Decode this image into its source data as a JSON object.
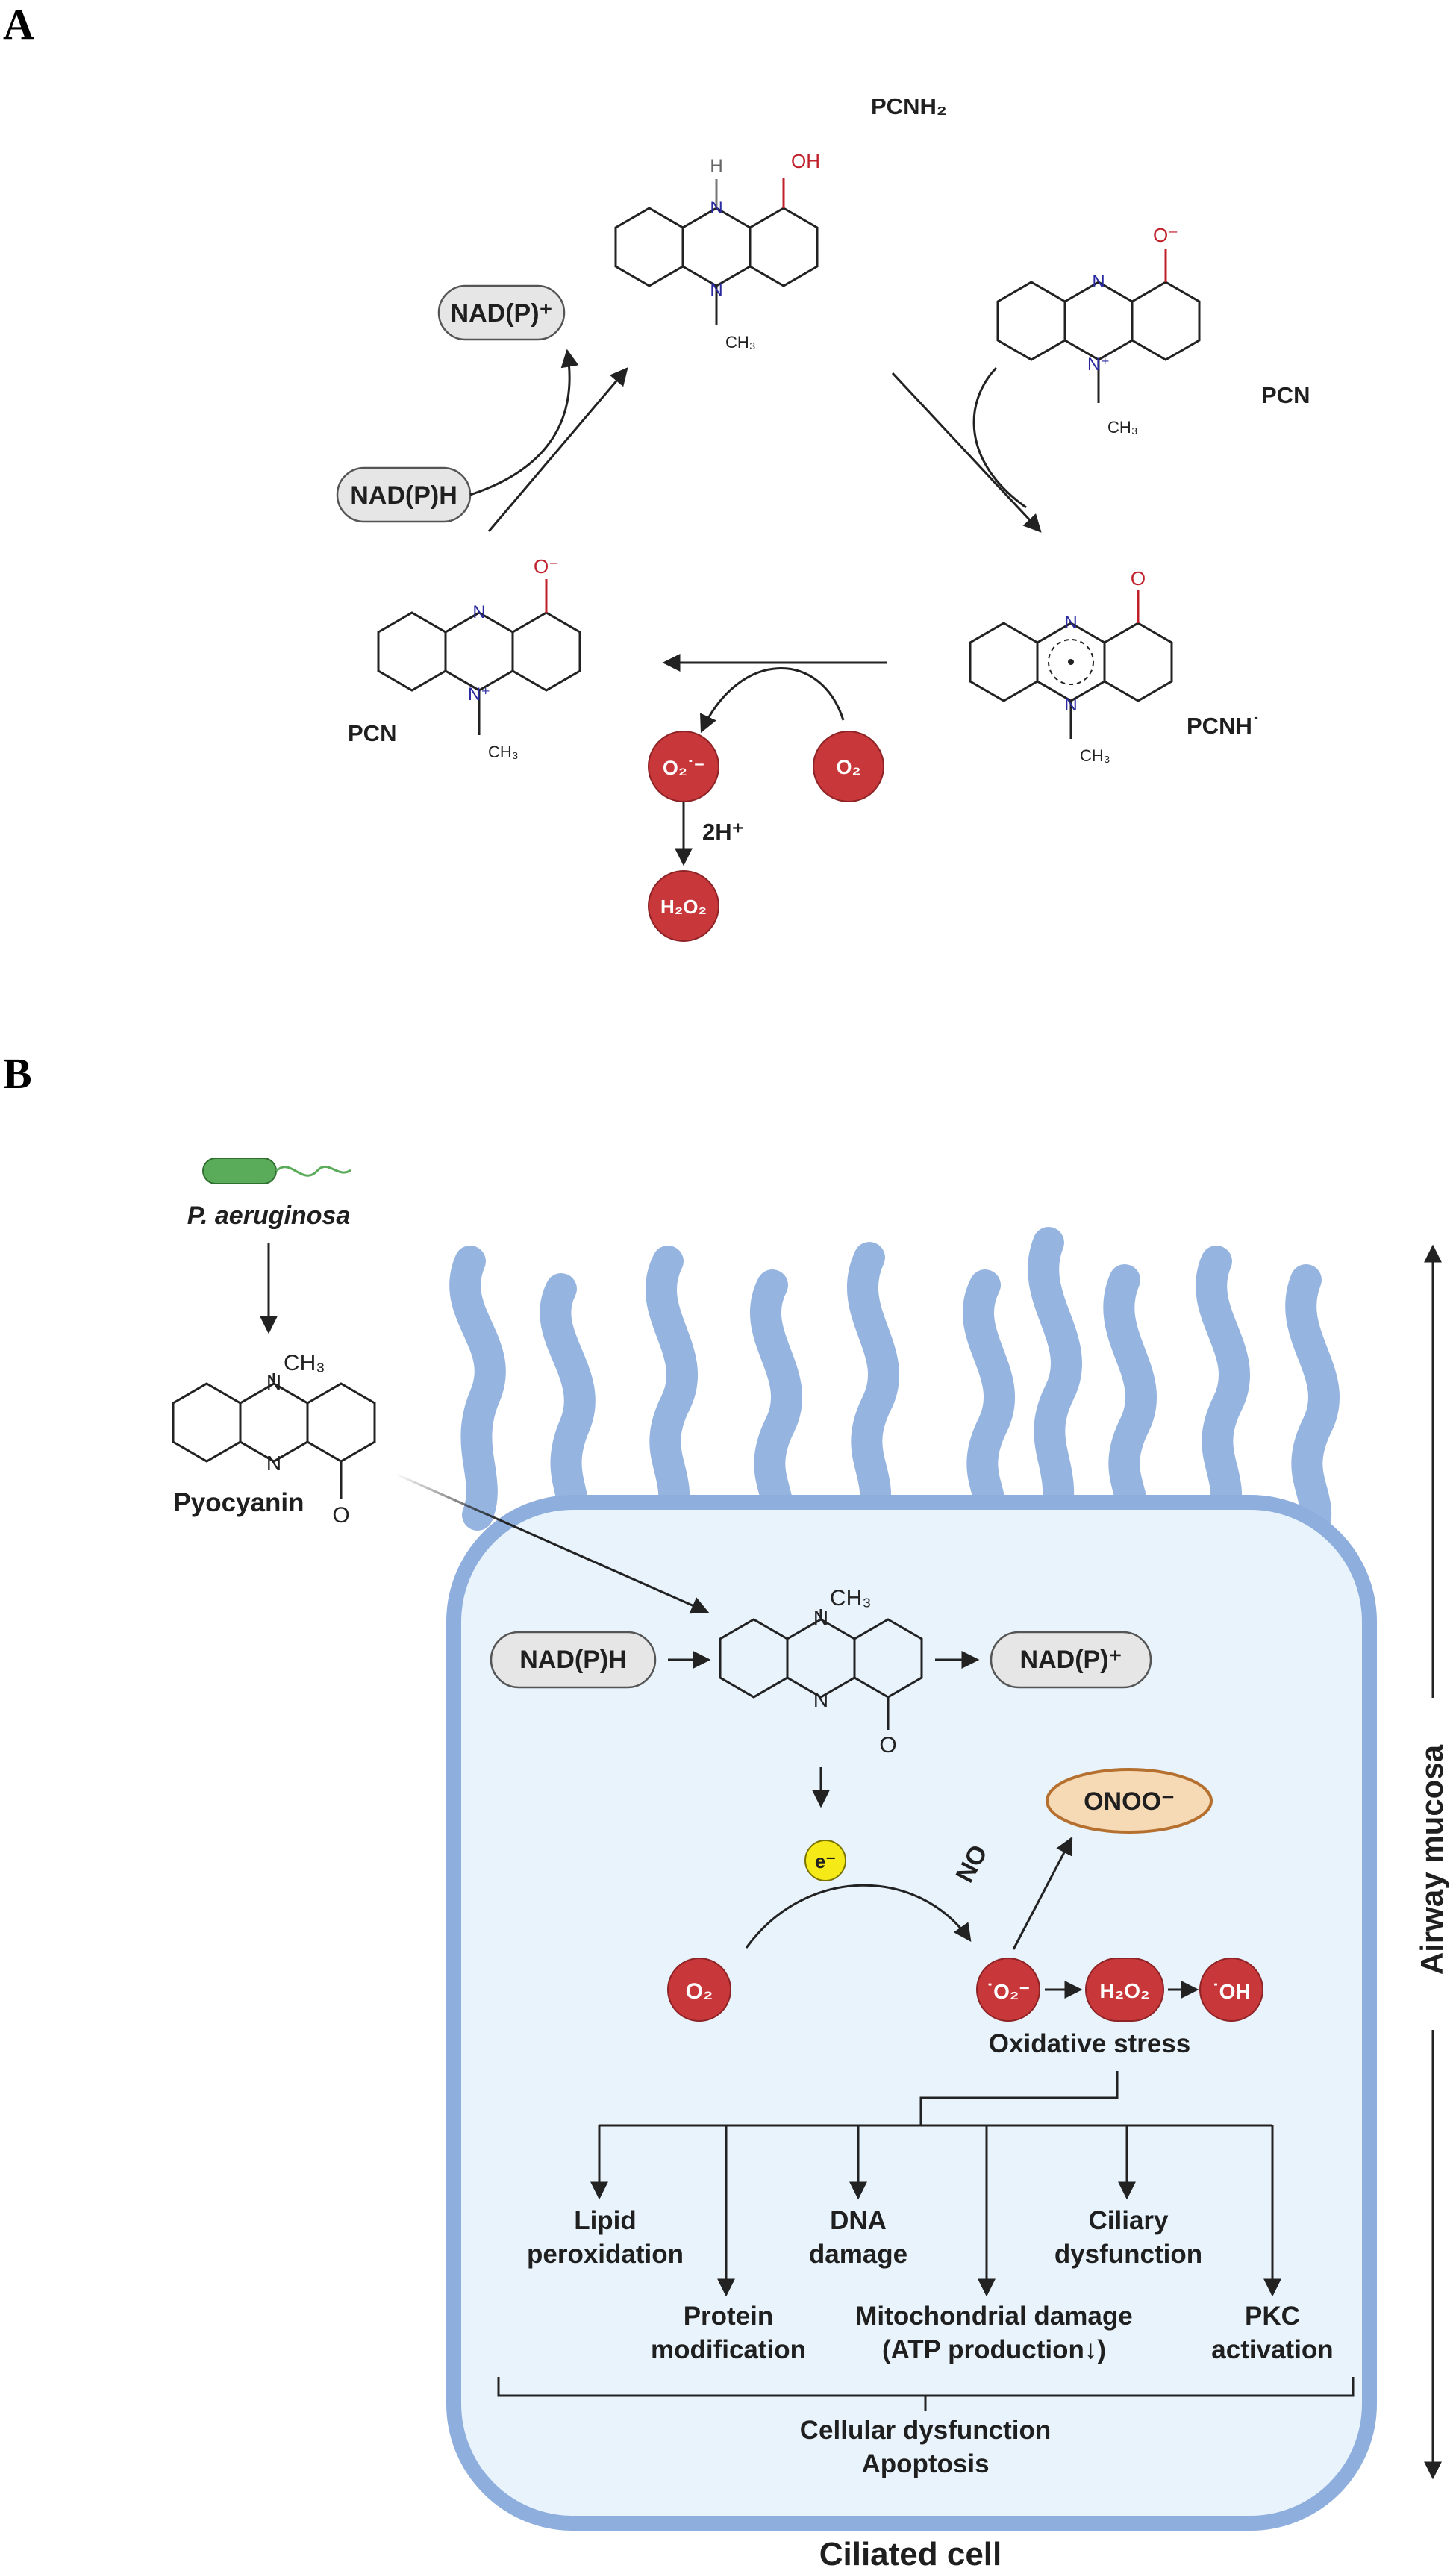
{
  "panels": {
    "a": "A",
    "b": "B"
  },
  "panel_a": {
    "pcnh2_label": "PCNH₂",
    "pcn_label": "PCN",
    "pcnh_label": "PCNH˙",
    "nadph": "NAD(P)H",
    "nadp": "NAD(P)⁺",
    "o2": "O₂",
    "superoxide": "O₂˙⁻",
    "h2o2": "H₂O₂",
    "two_h": "2H⁺",
    "oh_sub": "OH",
    "o_minus_sub": "O⁻",
    "o_sub": "O",
    "h_sub": "H",
    "n_sub": "N",
    "n_plus_sub": "N⁺",
    "ch3_sub": "CH₃"
  },
  "panel_b": {
    "bacterium": "P. aeruginosa",
    "pyocyanin": "Pyocyanin",
    "ch3": "CH₃",
    "n": "N",
    "o": "O",
    "nadph": "NAD(P)H",
    "nadp": "NAD(P)⁺",
    "electron": "e⁻",
    "no": "NO",
    "onoo": "ONOO⁻",
    "o2": "O₂",
    "superoxide": "˙O₂⁻",
    "h2o2": "H₂O₂",
    "hydroxyl": "˙OH",
    "oxidative_stress": "Oxidative stress",
    "effects": {
      "lipid_1": "Lipid",
      "lipid_2": "peroxidation",
      "protein_1": "Protein",
      "protein_2": "modification",
      "dna_1": "DNA",
      "dna_2": "damage",
      "mito_1": "Mitochondrial damage",
      "mito_2": "(ATP production↓)",
      "ciliary_1": "Ciliary",
      "ciliary_2": "dysfunction",
      "pkc_1": "PKC",
      "pkc_2": "activation"
    },
    "outcome_1": "Cellular dysfunction",
    "outcome_2": "Apoptosis",
    "side_label": "Airway mucosa",
    "cell_label": "Ciliated cell"
  },
  "colors": {
    "red_circle": "#c8373a",
    "pill_fill": "#e6e6e6",
    "cell_fill": "#e8f3fc",
    "cell_stroke": "#8eaedd",
    "cilia": "#96b4e0",
    "onoo_fill": "#f6d9b5",
    "onoo_stroke": "#b5702f",
    "electron": "#f5ea17",
    "bacterium": "#5aab5a"
  }
}
